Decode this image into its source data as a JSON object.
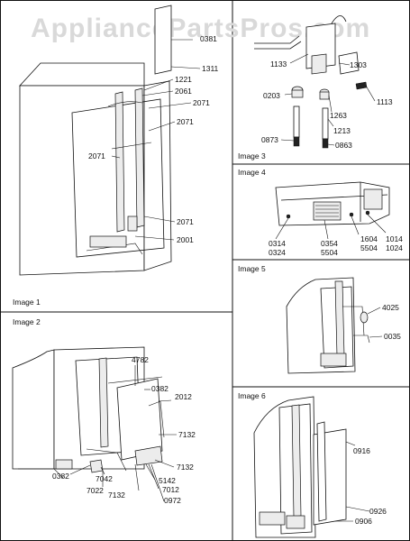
{
  "watermark": "AppliancePartsPros.com",
  "images": [
    {
      "title": "Image 1",
      "callouts": [
        "0381",
        "1311",
        "1221",
        "2061",
        "2071",
        "2071",
        "2071",
        "2071",
        "2001"
      ]
    },
    {
      "title": "Image 2",
      "callouts": [
        "4782",
        "0382",
        "2012",
        "7132",
        "7132",
        "0382",
        "7042",
        "7022",
        "7132",
        "5142",
        "7012",
        "0972"
      ]
    },
    {
      "title": "Image 3",
      "callouts": [
        "1133",
        "1303",
        "0203",
        "1113",
        "1263",
        "1213",
        "0873",
        "0863"
      ]
    },
    {
      "title": "Image 4",
      "callouts": [
        "0314",
        "0324",
        "0354",
        "5504",
        "1604",
        "5504",
        "1014",
        "1024"
      ]
    },
    {
      "title": "Image 5",
      "callouts": [
        "4025",
        "0035"
      ]
    },
    {
      "title": "Image 6",
      "callouts": [
        "0916",
        "0926",
        "0906"
      ]
    }
  ]
}
